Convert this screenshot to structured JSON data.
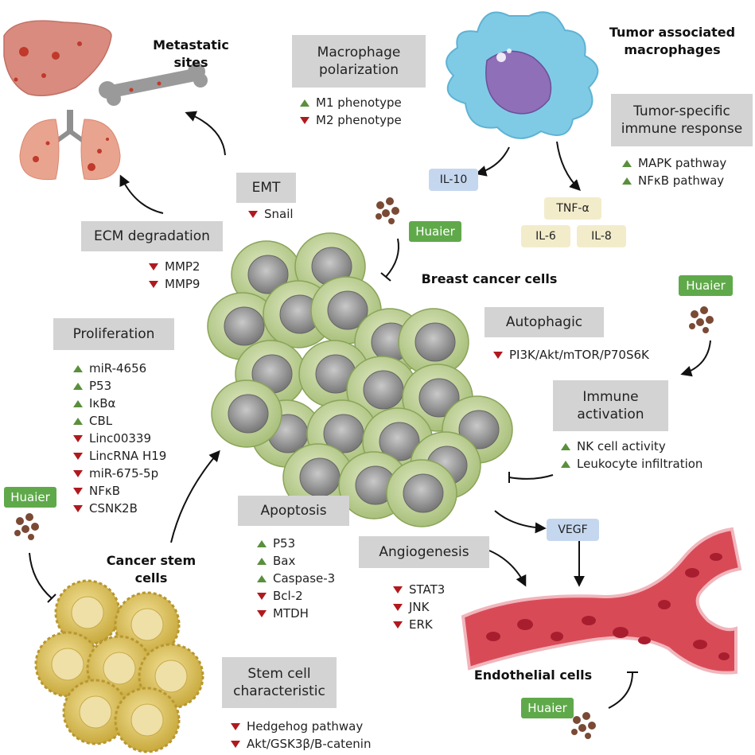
{
  "titles": {
    "metastatic": "Metastatic sites",
    "tam": "Tumor associated\nmacrophages",
    "breast": "Breast cancer cells",
    "stem": "Cancer stem\ncells",
    "endothelial": "Endothelial cells"
  },
  "boxes": {
    "macrophage": "Macrophage\npolarization",
    "tumor_immune": "Tumor-specific\nimmune response",
    "emt": "EMT",
    "ecm": "ECM degradation",
    "proliferation": "Proliferation",
    "autophagic": "Autophagic",
    "immune": "Immune\nactivation",
    "apoptosis": "Apoptosis",
    "angiogenesis": "Angiogenesis",
    "stemchar": "Stem cell\ncharacteristic"
  },
  "tags": {
    "il10": "IL-10",
    "tnf": "TNF-α",
    "il6": "IL-6",
    "il8": "IL-8",
    "vegf": "VEGF"
  },
  "huaier": "Huaier",
  "lists": {
    "macrophage": [
      {
        "dir": "up",
        "text": "M1 phenotype"
      },
      {
        "dir": "down",
        "text": "M2 phenotype"
      }
    ],
    "tumor_immune": [
      {
        "dir": "up",
        "text": "MAPK pathway"
      },
      {
        "dir": "up",
        "text": "NFκB pathway"
      }
    ],
    "emt": [
      {
        "dir": "down",
        "text": "Snail"
      }
    ],
    "ecm": [
      {
        "dir": "down",
        "text": "MMP2"
      },
      {
        "dir": "down",
        "text": "MMP9"
      }
    ],
    "proliferation": [
      {
        "dir": "up",
        "text": "miR-4656"
      },
      {
        "dir": "up",
        "text": "P53"
      },
      {
        "dir": "up",
        "text": "IκBα"
      },
      {
        "dir": "up",
        "text": "CBL"
      },
      {
        "dir": "down",
        "text": "Linc00339"
      },
      {
        "dir": "down",
        "text": "LincRNA H19"
      },
      {
        "dir": "down",
        "text": "miR-675-5p"
      },
      {
        "dir": "down",
        "text": "NFκB"
      },
      {
        "dir": "down",
        "text": "CSNK2B"
      }
    ],
    "autophagic": [
      {
        "dir": "down",
        "text": "PI3K/Akt/mTOR/P70S6K"
      }
    ],
    "immune": [
      {
        "dir": "up",
        "text": "NK cell activity"
      },
      {
        "dir": "up",
        "text": "Leukocyte infiltration"
      }
    ],
    "apoptosis": [
      {
        "dir": "up",
        "text": "P53"
      },
      {
        "dir": "up",
        "text": "Bax"
      },
      {
        "dir": "up",
        "text": "Caspase-3"
      },
      {
        "dir": "down",
        "text": "Bcl-2"
      },
      {
        "dir": "down",
        "text": "MTDH"
      }
    ],
    "angiogenesis": [
      {
        "dir": "down",
        "text": "STAT3"
      },
      {
        "dir": "down",
        "text": "JNK"
      },
      {
        "dir": "down",
        "text": "ERK"
      }
    ],
    "stemchar": [
      {
        "dir": "down",
        "text": "Hedgehog pathway"
      },
      {
        "dir": "down",
        "text": "Akt/GSK3β/B-catenin"
      }
    ]
  }
}
